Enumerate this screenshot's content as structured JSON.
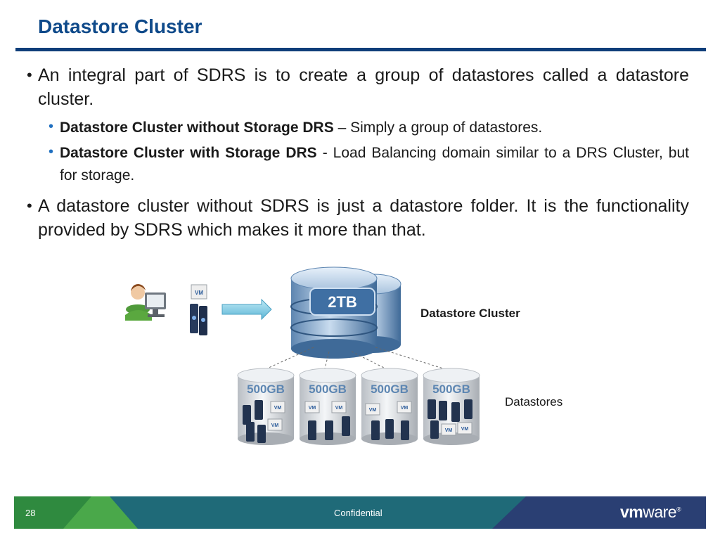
{
  "slide": {
    "title": "Datastore Cluster"
  },
  "bullets": {
    "b1": "An integral part of SDRS is to create a group of datastores called a datastore cluster.",
    "s1_bold": "Datastore Cluster without Storage DRS",
    "s1_text": " – Simply a group of datastores.",
    "s2_bold": "Datastore Cluster with Storage DRS",
    "s2_text": " - Load Balancing domain similar to a DRS Cluster, but for storage.",
    "b2": "A datastore cluster without SDRS is just a datastore folder. It is the functionality provided by SDRS which makes it more than that."
  },
  "diagram": {
    "cluster_size": "2TB",
    "cluster_label": "Datastore Cluster",
    "datastores_label": "Datastores",
    "datastores": [
      {
        "size": "500GB"
      },
      {
        "size": "500GB"
      },
      {
        "size": "500GB"
      },
      {
        "size": "500GB"
      }
    ],
    "vm_badge": "VM"
  },
  "footer": {
    "page": "28",
    "confidential": "Confidential",
    "logo_bold": "vm",
    "logo_rest": "ware",
    "logo_mark": "®"
  },
  "colors": {
    "title": "#0f4a8a",
    "rule": "#0f3e7a",
    "footer_green": "#4aa84a",
    "footer_teal": "#1f6a78",
    "footer_navy": "#2a3f73"
  }
}
